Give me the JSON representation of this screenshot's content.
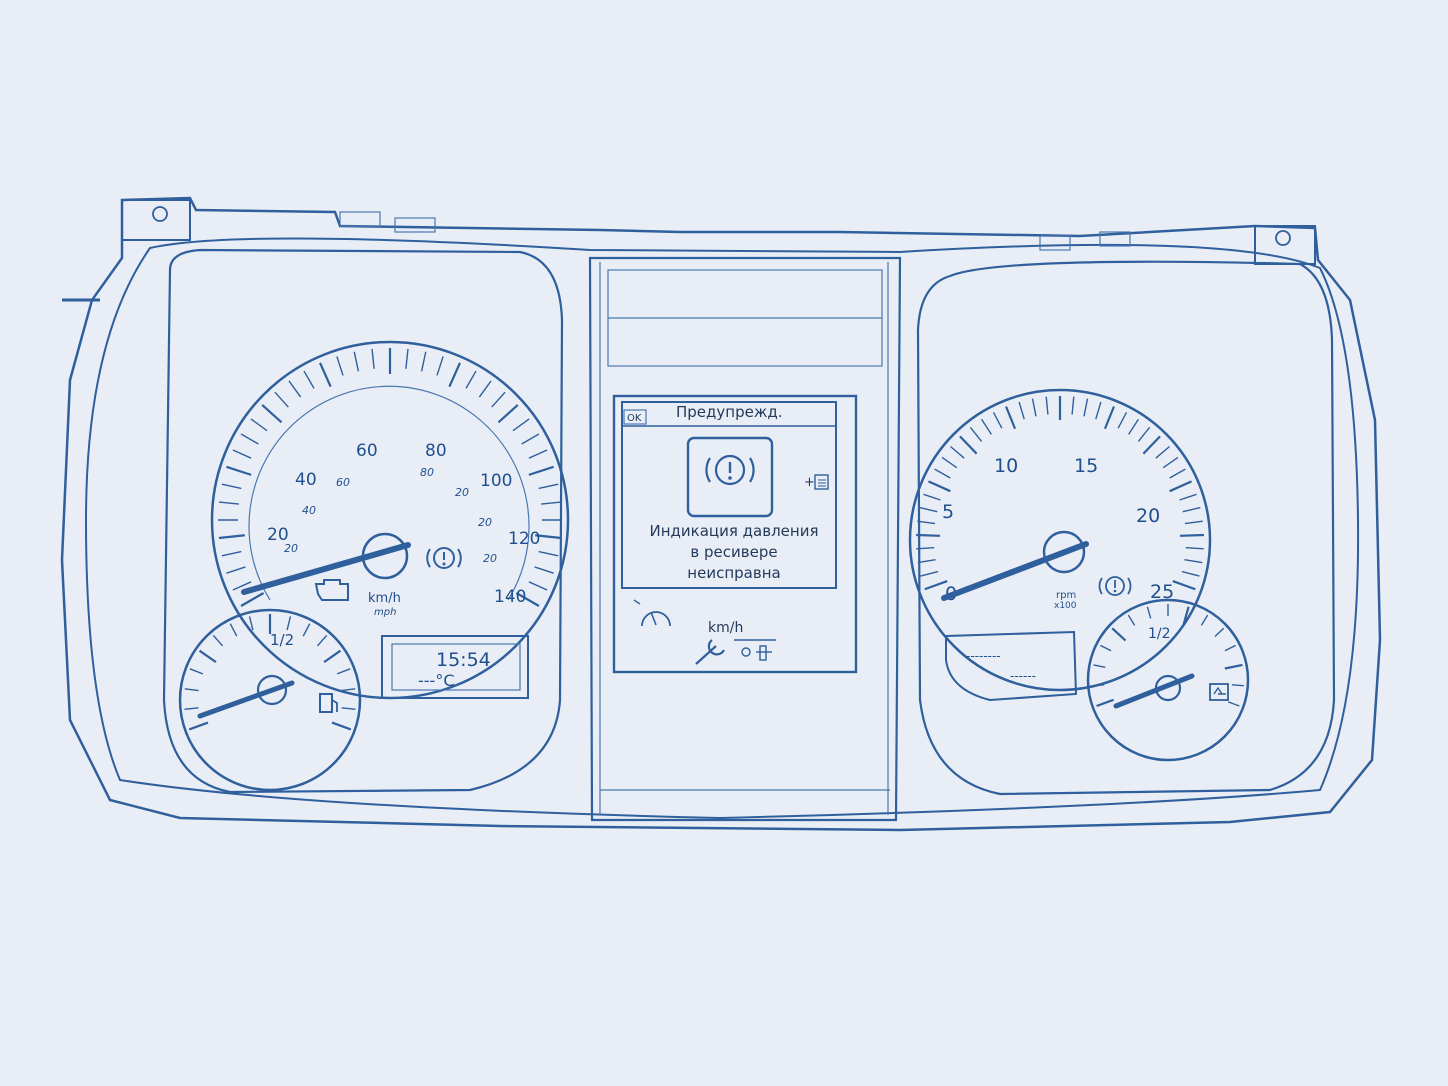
{
  "speedometer": {
    "kmh_ticks": [
      "20",
      "40",
      "60",
      "80",
      "100",
      "120",
      "140"
    ],
    "mph_ticks": [
      "20",
      "40",
      "60",
      "80",
      "20",
      "20",
      "20"
    ],
    "unit_kmh": "km/h",
    "unit_mph": "mph"
  },
  "fuel_gauge": {
    "half_label": "1/2"
  },
  "left_lcd": {
    "time": "15:54",
    "temperature": "---°C"
  },
  "center_display": {
    "ok_label": "OK",
    "header": "Предупрежд.",
    "message_line1": "Индикация давления",
    "message_line2": "в ресивере",
    "message_line3": "неисправна",
    "side_icon_label": "+",
    "unit_label": "km/h"
  },
  "tachometer": {
    "ticks": [
      "0",
      "5",
      "10",
      "15",
      "20",
      "25"
    ],
    "unit_rpm": "rpm",
    "unit_multiplier": "x100"
  },
  "right_lcd": {
    "line1": "--------",
    "line2": "------"
  },
  "adblue_gauge": {
    "half_label": "1/2"
  },
  "colors": {
    "ink": "#2f5f9c",
    "background": "#e9eef6",
    "display_bg": "#eef0f3"
  }
}
